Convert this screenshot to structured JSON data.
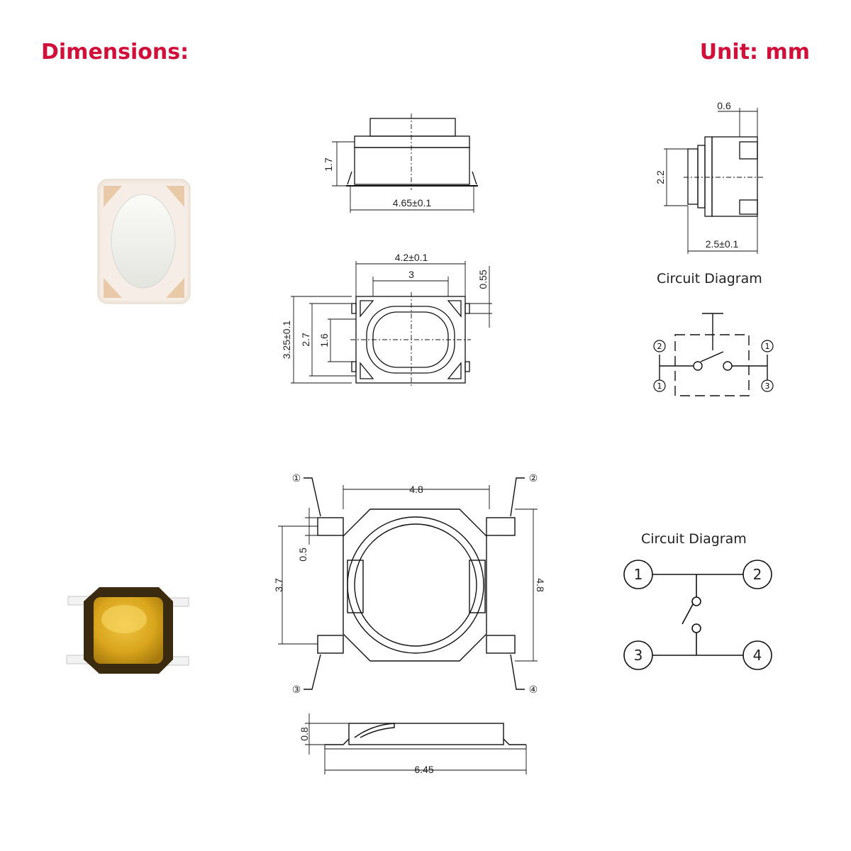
{
  "header": {
    "left_title": "Dimensions:",
    "right_title": "Unit: mm",
    "accent_color": "#d0103a"
  },
  "small_switch": {
    "front_view": {
      "height": "1.7",
      "width": "4.65±0.1"
    },
    "top_view": {
      "outer_width": "4.2±0.1",
      "inner_width": "3",
      "pad": "0.55",
      "outer_height": "3.25±0.1",
      "mid_height": "2.7",
      "inner_height": "1.6"
    },
    "side_view": {
      "top": "0.6",
      "height": "2.2",
      "width": "2.5±0.1"
    },
    "circuit": {
      "title": "Circuit Diagram",
      "pins": [
        "2",
        "1",
        "1",
        "3"
      ]
    }
  },
  "large_switch": {
    "top_view": {
      "top_width": "4.8",
      "side_height": "4.8",
      "left_height": "3.7",
      "pin_width": "0.5",
      "pins": [
        "①",
        "②",
        "③",
        "④"
      ]
    },
    "side_view": {
      "height": "0.8",
      "width": "6.45"
    },
    "circuit": {
      "title": "Circuit Diagram",
      "pins": [
        "1",
        "2",
        "3",
        "4"
      ]
    }
  }
}
